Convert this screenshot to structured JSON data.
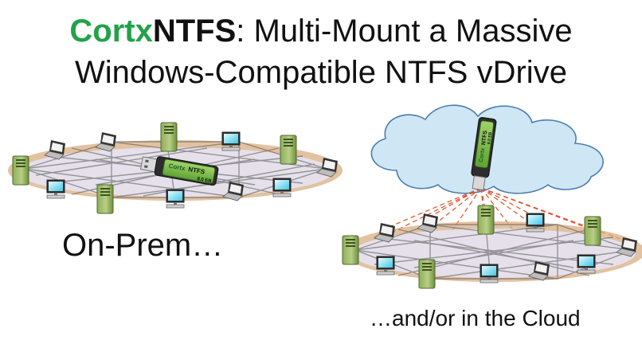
{
  "title": {
    "brand_part1": "Cortx",
    "brand_part2": "NTFS",
    "line1_rest": ":  Multi-Mount a Massive",
    "line2": "Windows-Compatible NTFS vDrive"
  },
  "captions": {
    "on_prem": "On-Prem…",
    "cloud": "…and/or in the Cloud"
  },
  "usb_drive": {
    "label_part1": "Cortx",
    "label_part2": "NTFS",
    "capacity": "8.0 EB"
  },
  "colors": {
    "brand_green": "#22a24a",
    "usb_green": "#7cc24c",
    "cloud_fill": "#cfe6f5",
    "cloud_stroke": "#4a7fb0",
    "network_edge": "#e6c59e",
    "cloud_link": "#e0502a"
  },
  "icons": [
    "laptop-icon",
    "monitor-icon",
    "server-tower-icon",
    "usb-drive-icon",
    "cloud-icon"
  ]
}
